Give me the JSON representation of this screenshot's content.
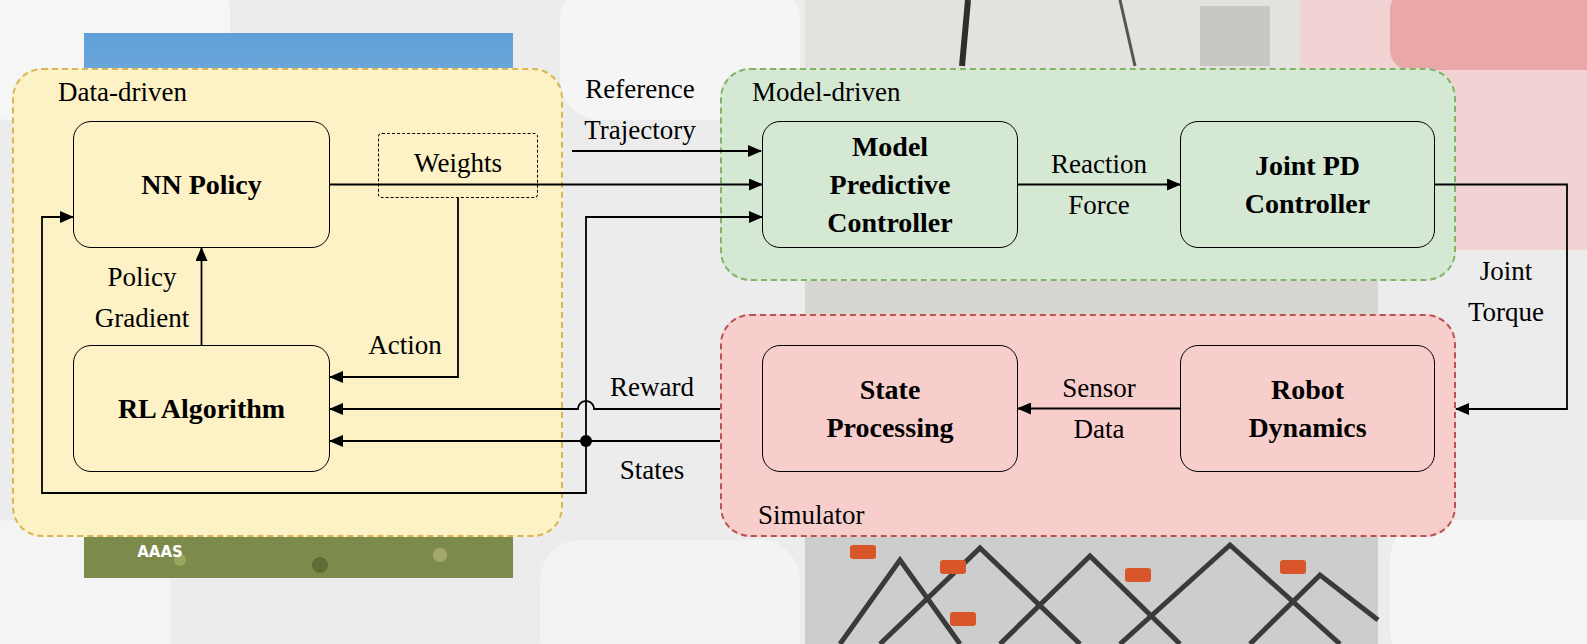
{
  "diagram": {
    "nodes": [
      {
        "text": [
          "Data-driven"
        ]
      },
      {
        "text": [
          "NN Policy"
        ],
        "in": 0
      },
      {
        "text": [
          "RL Algorithm"
        ],
        "in": 0
      },
      {
        "text": [
          "Weights"
        ],
        "in": 0
      },
      {
        "text": [
          "Model-driven"
        ]
      },
      {
        "text": [
          "Model Predictive Controller"
        ],
        "in": 4
      },
      {
        "text": [
          "Joint PD Controller"
        ],
        "in": 4
      },
      {
        "text": [
          "Simulator"
        ]
      },
      {
        "text": [
          "State Processing"
        ],
        "in": 7
      },
      {
        "text": [
          "Robot Dynamics"
        ],
        "in": 7
      }
    ],
    "edges": [
      {
        "from": 1,
        "to": 5,
        "arrow": "to"
      },
      {
        "from": 3,
        "to": 2,
        "arrow": "to",
        "label": "Action"
      },
      {
        "from": 5,
        "to": 6,
        "arrow": "to",
        "label": "Reaction Force"
      },
      {
        "from": 6,
        "to": 7,
        "arrow": "to",
        "label": "Joint Torque"
      },
      {
        "from": 9,
        "to": 8,
        "arrow": "to",
        "label": "Sensor Data"
      },
      {
        "from": 7,
        "to": 2,
        "arrow": "to",
        "label": "Reward"
      },
      {
        "from": 7,
        "to": 2,
        "arrow": "to",
        "label": "States"
      },
      {
        "from": 7,
        "to": 5,
        "arrow": "to"
      },
      {
        "from": 7,
        "to": 1,
        "arrow": "to"
      },
      {
        "from": 2,
        "to": 1,
        "arrow": "to",
        "label": "Policy Gradient"
      }
    ],
    "labels": [
      "Reference Trajectory",
      "AAAS"
    ]
  }
}
